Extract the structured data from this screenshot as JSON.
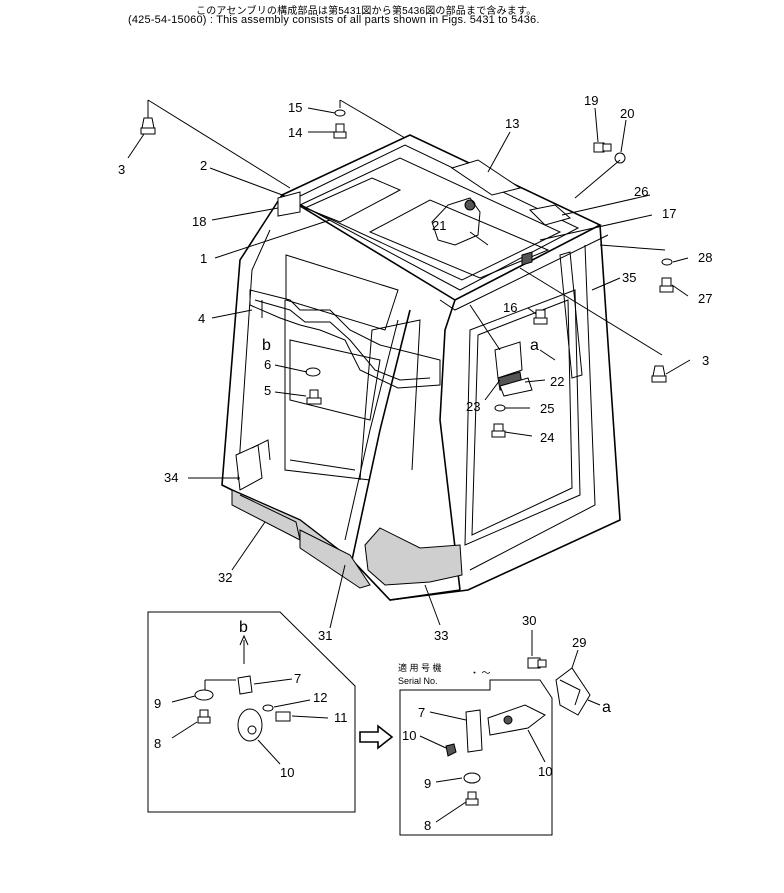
{
  "header": {
    "japanese_note": "このアセンブリの構成部品は第5431図から第5436図の部品まで含みます。",
    "english_note": "(425-54-15060) : This assembly consists of all parts shown in Figs. 5431 to 5436."
  },
  "inset_b": {
    "view_letter": "b",
    "serial_label_jp": "適 用 号 機",
    "serial_label_en": "Serial No.",
    "serial_range": "・ ～"
  },
  "callouts": {
    "c1": "1",
    "c2": "2",
    "c3a": "3",
    "c3b": "3",
    "c4": "4",
    "c5": "5",
    "c6": "6",
    "c7a": "7",
    "c7b": "7",
    "c8a": "8",
    "c8b": "8",
    "c9a": "9",
    "c9b": "9",
    "c10a": "10",
    "c10b": "10",
    "c10c": "10",
    "c11": "11",
    "c12": "12",
    "c13": "13",
    "c14": "14",
    "c15": "15",
    "c16": "16",
    "c17": "17",
    "c18": "18",
    "c19": "19",
    "c20": "20",
    "c21": "21",
    "c22": "22",
    "c23": "23",
    "c24": "24",
    "c25": "25",
    "c26": "26",
    "c27": "27",
    "c28": "28",
    "c29": "29",
    "c30": "30",
    "c31": "31",
    "c32": "32",
    "c33": "33",
    "c34": "34",
    "c35": "35",
    "ref_a1": "a",
    "ref_a2": "a",
    "ref_b1": "b",
    "ref_b2": "b"
  }
}
